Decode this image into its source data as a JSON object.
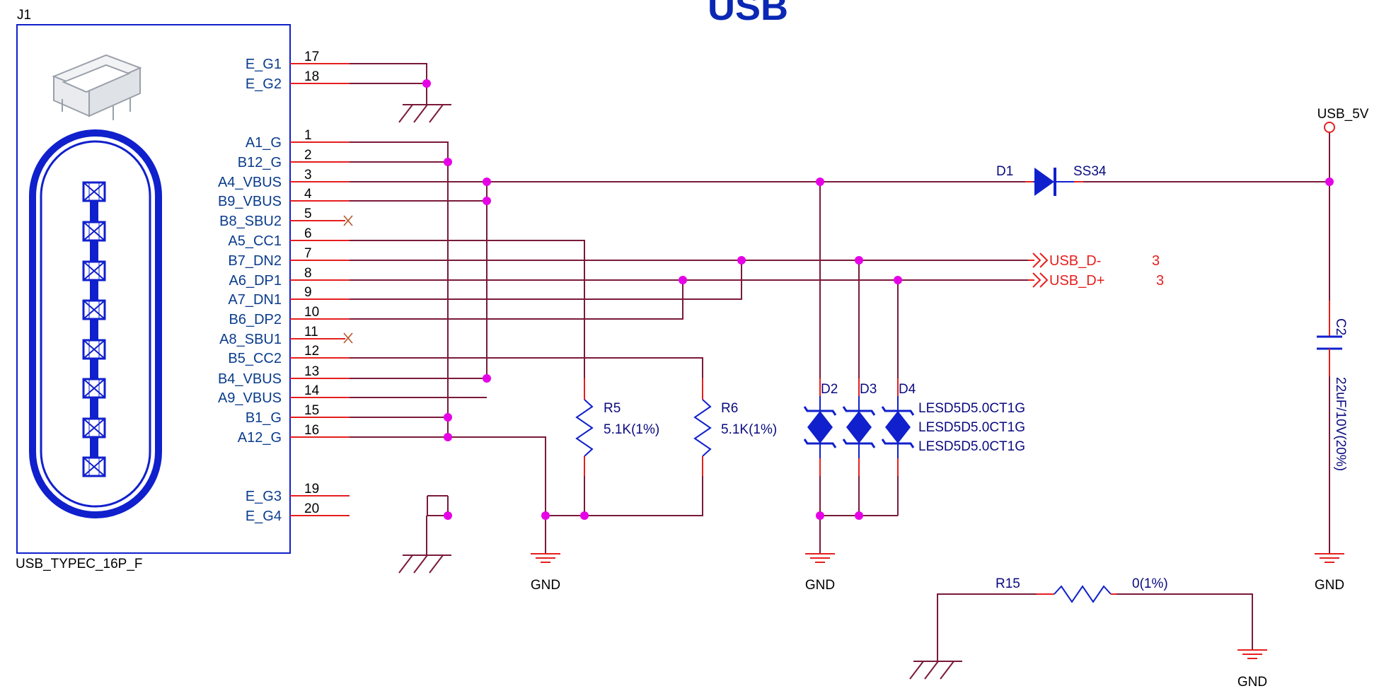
{
  "title": "USB",
  "connector": {
    "ref": "J1",
    "part": "USB_TYPEC_16P_F",
    "pins": [
      {
        "num": "17",
        "name": "E_G1"
      },
      {
        "num": "18",
        "name": "E_G2"
      },
      {
        "num": "1",
        "name": "A1_G"
      },
      {
        "num": "2",
        "name": "B12_G"
      },
      {
        "num": "3",
        "name": "A4_VBUS"
      },
      {
        "num": "4",
        "name": "B9_VBUS"
      },
      {
        "num": "5",
        "name": "B8_SBU2"
      },
      {
        "num": "6",
        "name": "A5_CC1"
      },
      {
        "num": "7",
        "name": "B7_DN2"
      },
      {
        "num": "8",
        "name": "A6_DP1"
      },
      {
        "num": "9",
        "name": "A7_DN1"
      },
      {
        "num": "10",
        "name": "B6_DP2"
      },
      {
        "num": "11",
        "name": "A8_SBU1"
      },
      {
        "num": "12",
        "name": "B5_CC2"
      },
      {
        "num": "13",
        "name": "B4_VBUS"
      },
      {
        "num": "14",
        "name": "A9_VBUS"
      },
      {
        "num": "15",
        "name": "B1_G"
      },
      {
        "num": "16",
        "name": "A12_G"
      },
      {
        "num": "19",
        "name": "E_G3"
      },
      {
        "num": "20",
        "name": "E_G4"
      }
    ]
  },
  "resistors": [
    {
      "ref": "R5",
      "value": "5.1K(1%)"
    },
    {
      "ref": "R6",
      "value": "5.1K(1%)"
    },
    {
      "ref": "R15",
      "value": "0(1%)"
    }
  ],
  "tvs": {
    "refs": [
      "D2",
      "D3",
      "D4"
    ],
    "parts": [
      "LESD5D5.0CT1G",
      "LESD5D5.0CT1G",
      "LESD5D5.0CT1G"
    ]
  },
  "diode": {
    "ref": "D1",
    "part": "SS34"
  },
  "capacitor": {
    "ref": "C2",
    "value": "22uF/10V(20%)"
  },
  "power_port": "USB_5V",
  "net_ports": [
    {
      "name": "USB_D-",
      "page": "3"
    },
    {
      "name": "USB_D+",
      "page": "3"
    }
  ],
  "gnd_labels": [
    "GND",
    "GND",
    "GND",
    "GND"
  ],
  "colors": {
    "wire": "#7a1a3a",
    "pin": "#e61e1e",
    "symbol": "#1020cc",
    "junction": "#e600e6",
    "pin_name": "#0a3c8c",
    "port": "#e61e1e"
  }
}
